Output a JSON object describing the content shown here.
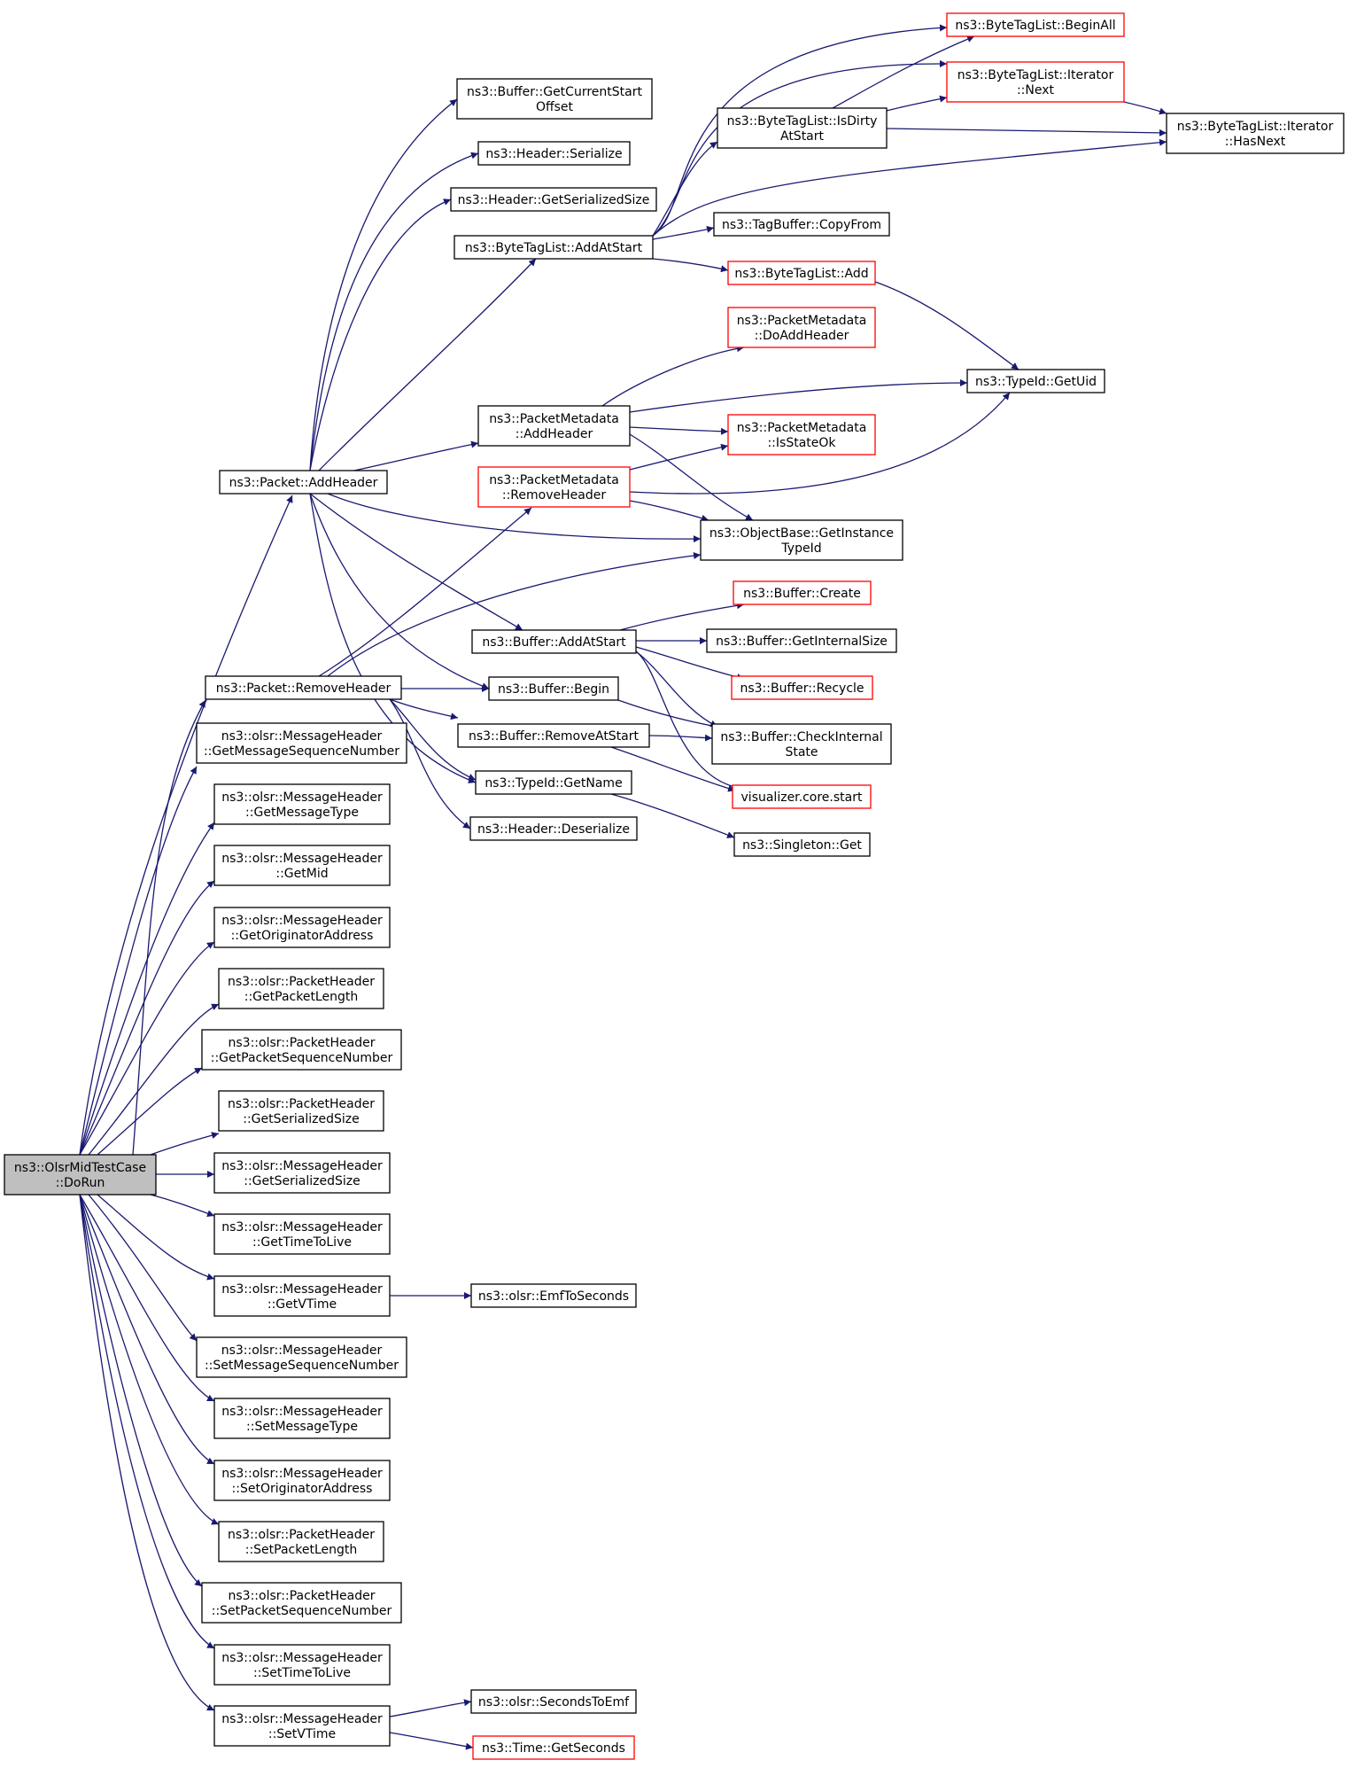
{
  "colors": {
    "edge": "#191970",
    "border_normal": "#000000",
    "border_missing": "#ff0000",
    "root_fill": "#bfbfbf",
    "node_fill": "#ffffff"
  },
  "nodes": [
    {
      "id": "root",
      "lines": [
        "ns3::OlsrMidTestCase",
        "::DoRun"
      ],
      "root": true
    },
    {
      "id": "addheader",
      "lines": [
        "ns3::Packet::AddHeader"
      ]
    },
    {
      "id": "removeheader",
      "lines": [
        "ns3::Packet::RemoveHeader"
      ]
    },
    {
      "id": "m_getseq",
      "lines": [
        "ns3::olsr::MessageHeader",
        "::GetMessageSequenceNumber"
      ]
    },
    {
      "id": "m_gettype",
      "lines": [
        "ns3::olsr::MessageHeader",
        "::GetMessageType"
      ]
    },
    {
      "id": "m_getmid",
      "lines": [
        "ns3::olsr::MessageHeader",
        "::GetMid"
      ]
    },
    {
      "id": "m_getorig",
      "lines": [
        "ns3::olsr::MessageHeader",
        "::GetOriginatorAddress"
      ]
    },
    {
      "id": "p_getlen",
      "lines": [
        "ns3::olsr::PacketHeader",
        "::GetPacketLength"
      ]
    },
    {
      "id": "p_getseq",
      "lines": [
        "ns3::olsr::PacketHeader",
        "::GetPacketSequenceNumber"
      ]
    },
    {
      "id": "p_getsize",
      "lines": [
        "ns3::olsr::PacketHeader",
        "::GetSerializedSize"
      ]
    },
    {
      "id": "m_getsize",
      "lines": [
        "ns3::olsr::MessageHeader",
        "::GetSerializedSize"
      ]
    },
    {
      "id": "m_getttl",
      "lines": [
        "ns3::olsr::MessageHeader",
        "::GetTimeToLive"
      ]
    },
    {
      "id": "m_getvtime",
      "lines": [
        "ns3::olsr::MessageHeader",
        "::GetVTime"
      ]
    },
    {
      "id": "m_setseq",
      "lines": [
        "ns3::olsr::MessageHeader",
        "::SetMessageSequenceNumber"
      ]
    },
    {
      "id": "m_settype",
      "lines": [
        "ns3::olsr::MessageHeader",
        "::SetMessageType"
      ]
    },
    {
      "id": "m_setorig",
      "lines": [
        "ns3::olsr::MessageHeader",
        "::SetOriginatorAddress"
      ]
    },
    {
      "id": "p_setlen",
      "lines": [
        "ns3::olsr::PacketHeader",
        "::SetPacketLength"
      ]
    },
    {
      "id": "p_setseq",
      "lines": [
        "ns3::olsr::PacketHeader",
        "::SetPacketSequenceNumber"
      ]
    },
    {
      "id": "m_setttl",
      "lines": [
        "ns3::olsr::MessageHeader",
        "::SetTimeToLive"
      ]
    },
    {
      "id": "m_setvtime",
      "lines": [
        "ns3::olsr::MessageHeader",
        "::SetVTime"
      ]
    },
    {
      "id": "buf_getcso",
      "lines": [
        "ns3::Buffer::GetCurrentStart",
        "Offset"
      ]
    },
    {
      "id": "h_serialize",
      "lines": [
        "ns3::Header::Serialize"
      ]
    },
    {
      "id": "h_getsize",
      "lines": [
        "ns3::Header::GetSerializedSize"
      ]
    },
    {
      "id": "btl_addatstart",
      "lines": [
        "ns3::ByteTagList::AddAtStart"
      ]
    },
    {
      "id": "pm_addheader",
      "lines": [
        "ns3::PacketMetadata",
        "::AddHeader"
      ]
    },
    {
      "id": "pm_removeheader",
      "lines": [
        "ns3::PacketMetadata",
        "::RemoveHeader"
      ],
      "missing": true
    },
    {
      "id": "buf_addatstart",
      "lines": [
        "ns3::Buffer::AddAtStart"
      ]
    },
    {
      "id": "buf_begin",
      "lines": [
        "ns3::Buffer::Begin"
      ]
    },
    {
      "id": "buf_removeatstart",
      "lines": [
        "ns3::Buffer::RemoveAtStart"
      ]
    },
    {
      "id": "tid_getname",
      "lines": [
        "ns3::TypeId::GetName"
      ]
    },
    {
      "id": "h_deserialize",
      "lines": [
        "ns3::Header::Deserialize"
      ]
    },
    {
      "id": "emftoseconds",
      "lines": [
        "ns3::olsr::EmfToSeconds"
      ]
    },
    {
      "id": "secondstoemf",
      "lines": [
        "ns3::olsr::SecondsToEmf"
      ]
    },
    {
      "id": "time_getseconds",
      "lines": [
        "ns3::Time::GetSeconds"
      ],
      "missing": true
    },
    {
      "id": "btl_isdirty",
      "lines": [
        "ns3::ByteTagList::IsDirty",
        "AtStart"
      ]
    },
    {
      "id": "tb_copyfrom",
      "lines": [
        "ns3::TagBuffer::CopyFrom"
      ]
    },
    {
      "id": "btl_add",
      "lines": [
        "ns3::ByteTagList::Add"
      ],
      "missing": true
    },
    {
      "id": "pm_doaddheader",
      "lines": [
        "ns3::PacketMetadata",
        "::DoAddHeader"
      ],
      "missing": true
    },
    {
      "id": "pm_isstateok",
      "lines": [
        "ns3::PacketMetadata",
        "::IsStateOk"
      ],
      "missing": true
    },
    {
      "id": "ob_getinstance",
      "lines": [
        "ns3::ObjectBase::GetInstance",
        "TypeId"
      ]
    },
    {
      "id": "buf_create",
      "lines": [
        "ns3::Buffer::Create"
      ],
      "missing": true
    },
    {
      "id": "buf_getinternalsize",
      "lines": [
        "ns3::Buffer::GetInternalSize"
      ]
    },
    {
      "id": "buf_recycle",
      "lines": [
        "ns3::Buffer::Recycle"
      ],
      "missing": true
    },
    {
      "id": "buf_checkinternal",
      "lines": [
        "ns3::Buffer::CheckInternal",
        "State"
      ]
    },
    {
      "id": "viz_start",
      "lines": [
        "visualizer.core.start"
      ],
      "missing": true
    },
    {
      "id": "singleton_get",
      "lines": [
        "ns3::Singleton::Get"
      ]
    },
    {
      "id": "btl_beginall",
      "lines": [
        "ns3::ByteTagList::BeginAll"
      ],
      "missing": true
    },
    {
      "id": "btl_it_next",
      "lines": [
        "ns3::ByteTagList::Iterator",
        "::Next"
      ],
      "missing": true
    },
    {
      "id": "btl_it_hasnext",
      "lines": [
        "ns3::ByteTagList::Iterator",
        "::HasNext"
      ]
    },
    {
      "id": "tid_getuid",
      "lines": [
        "ns3::TypeId::GetUid"
      ]
    }
  ]
}
